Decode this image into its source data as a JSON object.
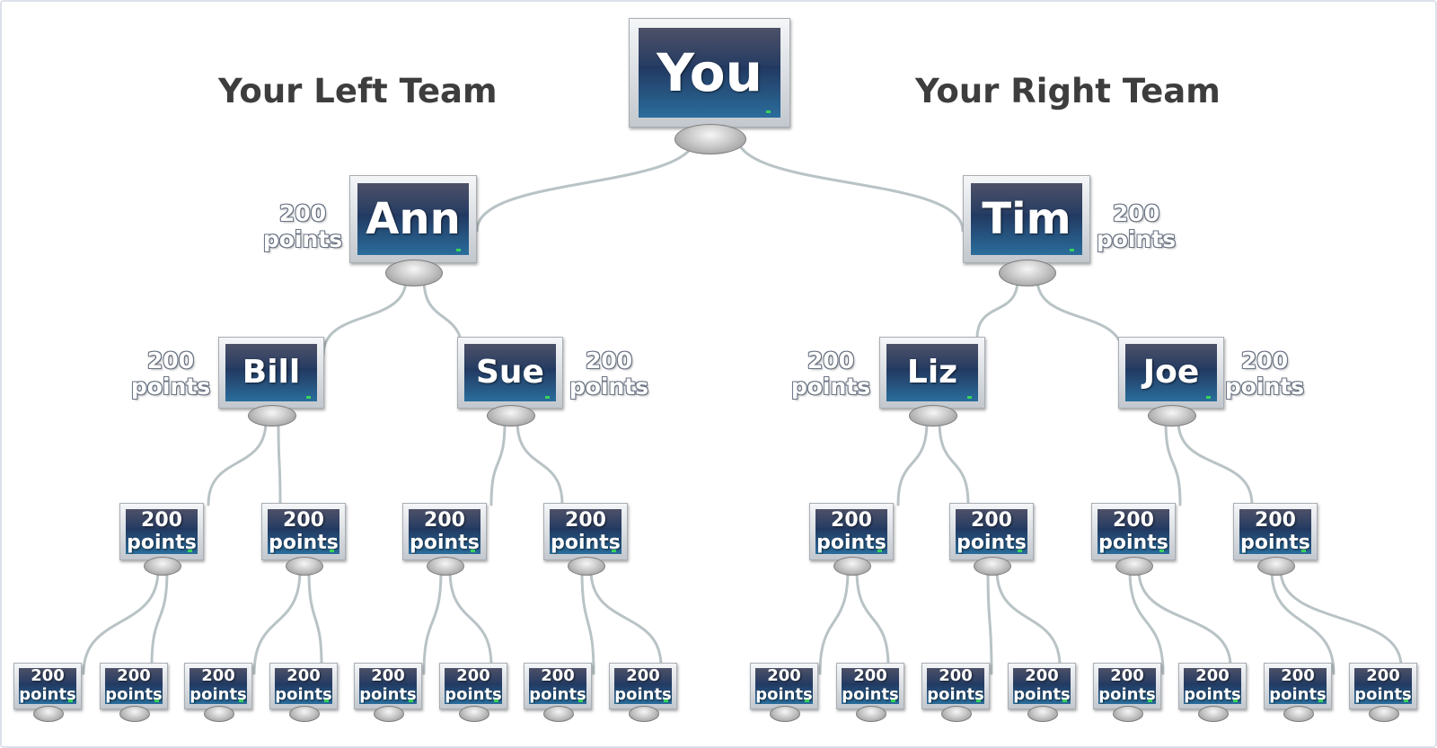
{
  "headers": {
    "left_team": "Your Left Team",
    "right_team": "Your Right Team"
  },
  "colors": {
    "screen_top": "#262b47",
    "screen_bottom": "#2a6d9c",
    "bezel": "#dfe3e8",
    "connector": "#b9c3c6",
    "title_text": "#3d3d3d"
  },
  "tree": {
    "root": {
      "label": "You"
    },
    "level1": [
      {
        "label": "Ann",
        "points_value": "200",
        "points_unit": "points"
      },
      {
        "label": "Tim",
        "points_value": "200",
        "points_unit": "points"
      }
    ],
    "level2": [
      {
        "label": "Bill",
        "points_value": "200",
        "points_unit": "points"
      },
      {
        "label": "Sue",
        "points_value": "200",
        "points_unit": "points"
      },
      {
        "label": "Liz",
        "points_value": "200",
        "points_unit": "points"
      },
      {
        "label": "Joe",
        "points_value": "200",
        "points_unit": "points"
      }
    ],
    "level3": [
      {
        "value": "200",
        "unit": "points"
      },
      {
        "value": "200",
        "unit": "points"
      },
      {
        "value": "200",
        "unit": "points"
      },
      {
        "value": "200",
        "unit": "points"
      },
      {
        "value": "200",
        "unit": "points"
      },
      {
        "value": "200",
        "unit": "points"
      },
      {
        "value": "200",
        "unit": "points"
      },
      {
        "value": "200",
        "unit": "points"
      }
    ],
    "level4": [
      {
        "value": "200",
        "unit": "points"
      },
      {
        "value": "200",
        "unit": "points"
      },
      {
        "value": "200",
        "unit": "points"
      },
      {
        "value": "200",
        "unit": "points"
      },
      {
        "value": "200",
        "unit": "points"
      },
      {
        "value": "200",
        "unit": "points"
      },
      {
        "value": "200",
        "unit": "points"
      },
      {
        "value": "200",
        "unit": "points"
      },
      {
        "value": "200",
        "unit": "points"
      },
      {
        "value": "200",
        "unit": "points"
      },
      {
        "value": "200",
        "unit": "points"
      },
      {
        "value": "200",
        "unit": "points"
      },
      {
        "value": "200",
        "unit": "points"
      },
      {
        "value": "200",
        "unit": "points"
      },
      {
        "value": "200",
        "unit": "points"
      },
      {
        "value": "200",
        "unit": "points"
      }
    ]
  }
}
